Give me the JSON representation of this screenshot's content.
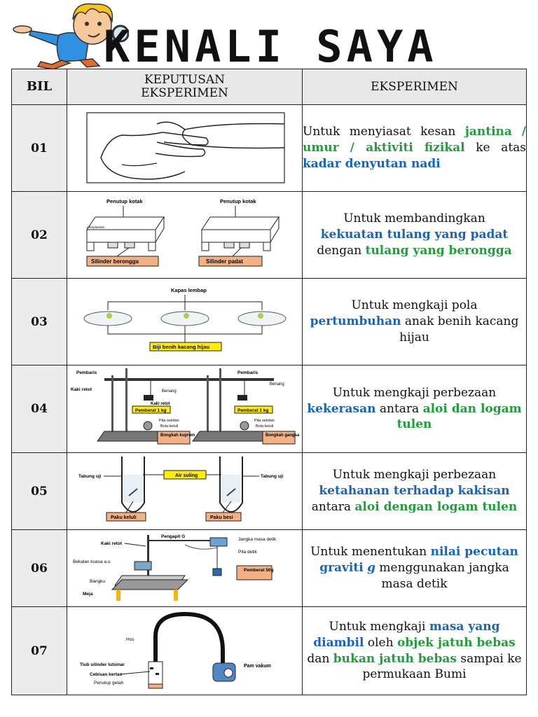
{
  "title": "KENALI SAYA",
  "colors": {
    "green": "#1f9e3a",
    "blue": "#1565c0",
    "label_yellow": "#ffee00",
    "label_salmon": "#f4b183"
  },
  "header": {
    "bil": "BIL",
    "keputusan": "KEPUTUSAN\nEKSPERIMEN",
    "eksperimen": "EKSPERIMEN"
  },
  "rows": [
    {
      "no": "01",
      "img": {
        "icon": "hand-pulse-icon"
      }
    },
    {
      "no": "02",
      "img": {
        "top_a": "Penutup kotak",
        "top_b": "Penutup kotak",
        "side": "Lilin/plastisin",
        "label_a": "Silinder berongga",
        "label_b": "Silinder padat"
      }
    },
    {
      "no": "03",
      "img": {
        "top": "Kapas lembap",
        "label": "Biji benih kacang hijau"
      }
    },
    {
      "no": "04",
      "img": {
        "pembaris": "Pembaris",
        "kaki_retot": "Kaki retot",
        "benang": "Benang",
        "pemberat": "Pemberat 1 kg",
        "pita": "Pita selofan",
        "bola": "Bola keluli",
        "bongkah_a": "Bongkah kuprum",
        "bongkah_b": "Bongkah gangsa"
      }
    },
    {
      "no": "05",
      "img": {
        "tabung": "Tabung uji",
        "air": "Air suling",
        "paku_a": "Paku keluli",
        "paku_b": "Paku besi"
      }
    },
    {
      "no": "06",
      "img": {
        "pengapit": "Pengapit G",
        "jangka": "Jangka masa detik",
        "kaki_retot": "Kaki retot",
        "pita": "Pita detik",
        "bekalan": "Bekalan kuasa a.u",
        "pemberat": "Pemberat 50g",
        "bangku": "Bangku",
        "meja": "Meja"
      }
    },
    {
      "no": "07",
      "img": {
        "hos": "Hos",
        "tiub": "Tiub silinder lutsinar",
        "cebisan": "Cebisan kertas",
        "penutup": "Penutup getah",
        "pam": "Pam vakum"
      }
    }
  ],
  "desc": {
    "r1": {
      "a": "Untuk menyiasat kesan",
      "b": "jantina / umur / aktiviti fizikal",
      "c": "ke atas",
      "d": "kadar denyutan nadi"
    },
    "r2": {
      "a": "Untuk membandingkan",
      "b": "kekuatan tulang yang padat",
      "c": "dengan",
      "d": "tulang yang berongga"
    },
    "r3": {
      "a": "Untuk mengkaji pola",
      "b": "pertumbuhan",
      "c": "anak benih kacang hijau"
    },
    "r4": {
      "a": "Untuk mengkaji perbezaan",
      "b": "kekerasan",
      "c": "antara",
      "d": "aloi dan logam tulen"
    },
    "r5": {
      "a": "Untuk mengkaji perbezaan",
      "b": "ketahanan terhadap kakisan",
      "c": "antara",
      "d": "aloi dengan logam tulen"
    },
    "r6": {
      "a": "Untuk menentukan",
      "b": "nilai pecutan graviti",
      "g": "g",
      "c": "menggunakan jangka masa detik"
    },
    "r7": {
      "a": "Untuk mengkaji",
      "b": "masa yang diambil",
      "c": "oleh",
      "d": "objek jatuh bebas",
      "e": "dan",
      "f": "bukan jatuh bebas",
      "h": "sampai ke permukaan Bumi"
    }
  }
}
